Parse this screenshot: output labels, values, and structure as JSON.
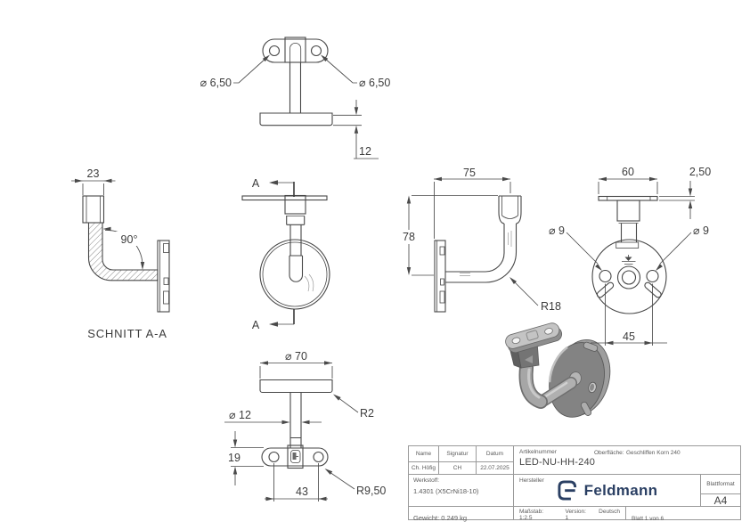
{
  "colors": {
    "line": "#474747",
    "brand_navy": "#2a3f63"
  },
  "views": {
    "top": {
      "hole_left": "⌀ 6,50",
      "hole_right": "⌀ 6,50",
      "plate_thickness": "12"
    },
    "section": {
      "width": "23",
      "angle": "90°",
      "caption": "SCHNITT A-A"
    },
    "front": {
      "marker_top": "A",
      "marker_bottom": "A"
    },
    "side": {
      "depth": "75",
      "height": "78",
      "bend_radius": "R18"
    },
    "back": {
      "saddle_width": "60",
      "plate_edge": "2,50",
      "hole_left": "⌀ 9",
      "hole_right": "⌀ 9",
      "hole_spacing": "45"
    },
    "bottom": {
      "plate_diameter": "⌀ 70",
      "edge_radius": "R2",
      "stem_diameter": "⌀ 12",
      "saddle_depth": "19",
      "hole_spacing": "43",
      "end_radius": "R9,50"
    }
  },
  "title_block": {
    "name_label": "Name",
    "signature_label": "Signatur",
    "date_label": "Datum",
    "name_value": "Ch. Höfig",
    "signature_value": "CH",
    "date_value": "22.07.2025",
    "article_label": "Artikelnummer",
    "article_value": "LED-NU-HH-240",
    "surface_label": "Oberfläche:",
    "surface_value": "Geschliffen Korn 240",
    "material_label": "Werkstoff:",
    "material_value": "1.4301 (X5CrNi18-10)",
    "weight": "Gewicht: 0.249 kg",
    "manufacturer_label": "Hersteller",
    "manufacturer_name": "Feldmann",
    "sheet_format_label": "Blattformat",
    "sheet_format_value": "A4",
    "scale": "Maßstab: 1:2.5",
    "version": "Version: 1",
    "language": "Deutsch",
    "sheet": "Blatt 1 von 6"
  }
}
